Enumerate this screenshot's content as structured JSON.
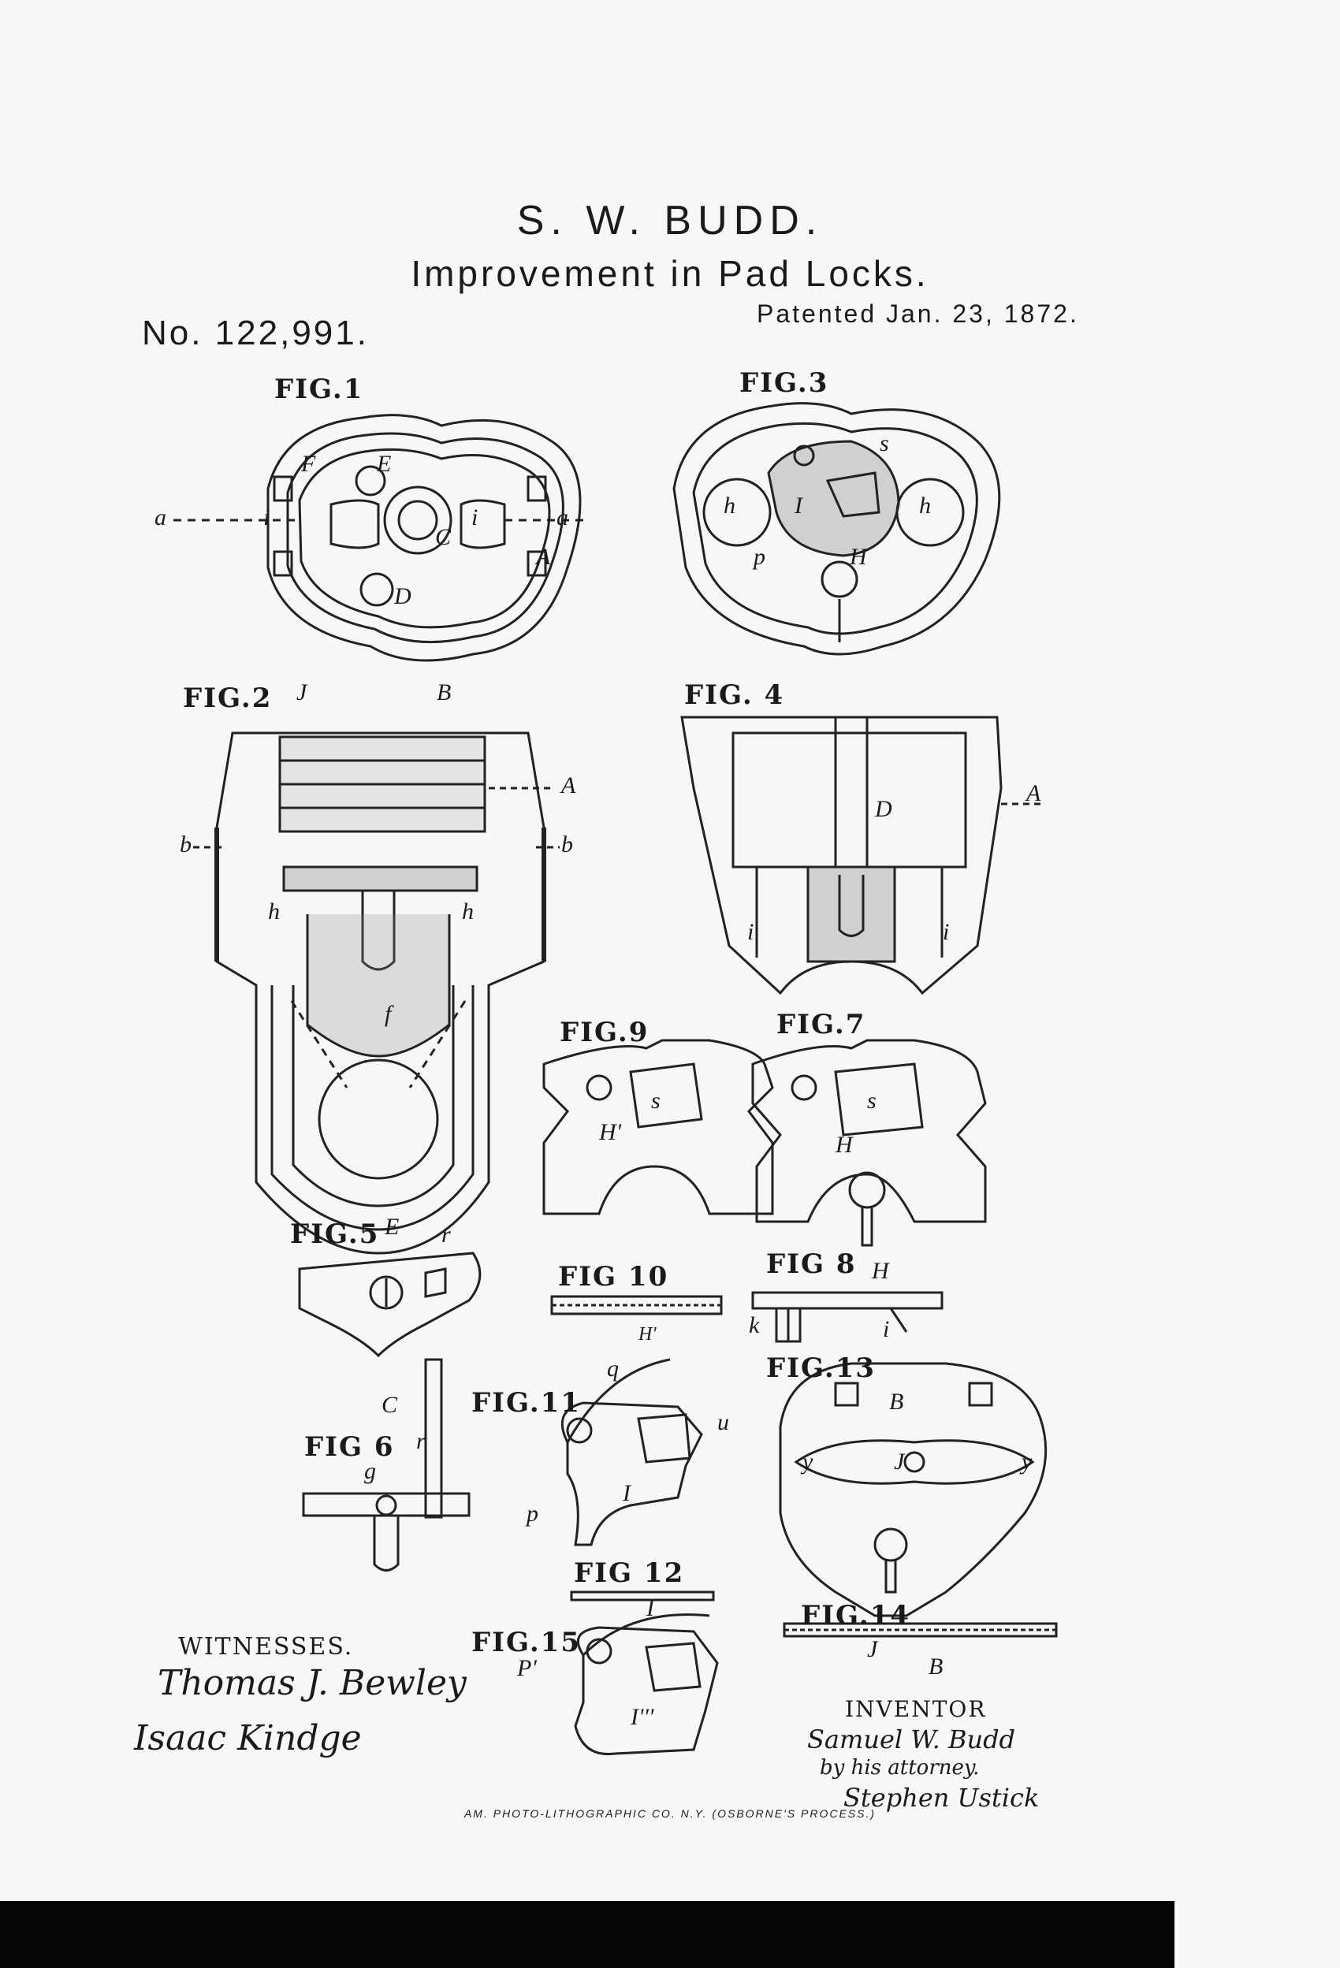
{
  "header": {
    "name": "S. W. BUDD.",
    "title": "Improvement in Pad Locks.",
    "number": "No. 122,991.",
    "date": "Patented Jan. 23, 1872."
  },
  "figures": {
    "fig1": "FIG.1",
    "fig2": "FIG.2",
    "fig3": "FIG.3",
    "fig4": "FIG. 4",
    "fig5": "FIG.5",
    "fig6": "FIG 6",
    "fig7": "FIG.7",
    "fig8": "FIG 8",
    "fig9": "FIG.9",
    "fig10": "FIG 10",
    "fig11": "FIG.11",
    "fig12": "FIG 12",
    "fig13": "FIG.13",
    "fig14": "FIG.14",
    "fig15": "FIG.15"
  },
  "letters": {
    "fig1": [
      "a",
      "i",
      "i",
      "a",
      "C",
      "D",
      "A",
      "F",
      "E"
    ],
    "fig3": [
      "H",
      "I",
      "h",
      "h",
      "s",
      "p"
    ],
    "fig2": [
      "J",
      "B",
      "A",
      "b",
      "b",
      "f",
      "E",
      "h",
      "h"
    ],
    "fig4": [
      "D",
      "A",
      "i",
      "i"
    ],
    "fig9": [
      "s",
      "H'"
    ],
    "fig7": [
      "s",
      "H"
    ],
    "fig5": [
      "C",
      "r"
    ],
    "fig10": [
      "H'"
    ],
    "fig8": [
      "H",
      "k",
      "i"
    ],
    "fig13": [
      "B",
      "J",
      "y",
      "y"
    ],
    "fig11": [
      "I",
      "u",
      "p",
      "q"
    ],
    "fig6": [
      "g",
      "r"
    ],
    "fig12": [
      "I"
    ],
    "fig14": [
      "J",
      "B"
    ],
    "fig15": [
      "I'''",
      "P'"
    ]
  },
  "signatures": {
    "witnesses_label": "WITNESSES.",
    "witness_1": "Thomas J. Bewley",
    "witness_2": "Isaac Kindge",
    "inventor_label": "INVENTOR",
    "inventor": "Samuel W. Budd",
    "attorney_note": "by his attorney.",
    "attorney": "Stephen Ustick"
  },
  "footer": {
    "printer": "AM. PHOTO-LITHOGRAPHIC CO. N.Y. (OSBORNE'S PROCESS.)"
  }
}
